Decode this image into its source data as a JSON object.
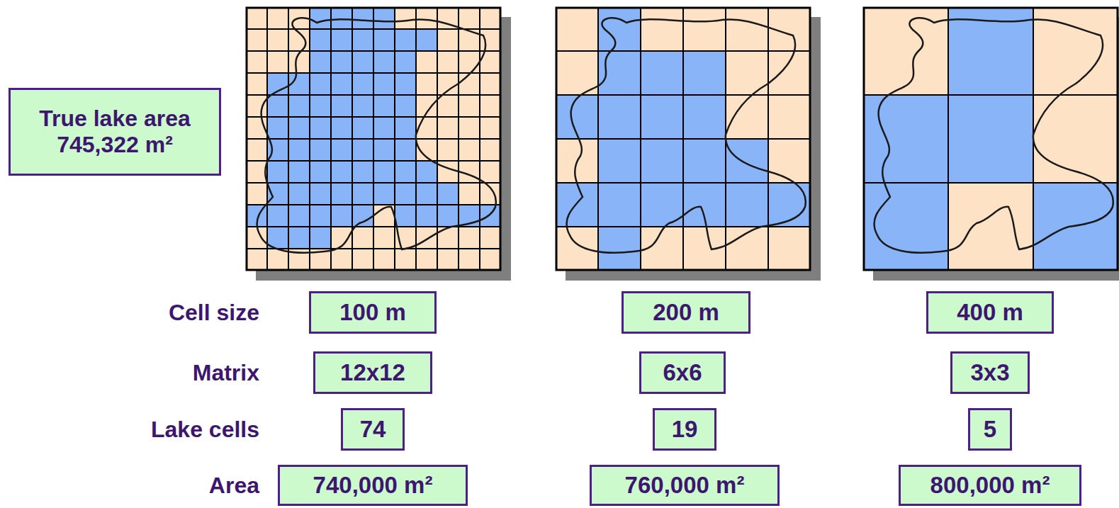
{
  "diagram": {
    "nodes": [
      {
        "text": [
          "True lake area 745,322 m²"
        ]
      },
      {
        "text": [
          "100 m"
        ]
      },
      {
        "text": [
          "200 m"
        ]
      },
      {
        "text": [
          "400 m"
        ]
      },
      {
        "text": [
          "12x12"
        ]
      },
      {
        "text": [
          "6x6"
        ]
      },
      {
        "text": [
          "3x3"
        ]
      },
      {
        "text": [
          "74"
        ]
      },
      {
        "text": [
          "19"
        ]
      },
      {
        "text": [
          "5"
        ]
      },
      {
        "text": [
          "740,000 m²"
        ]
      },
      {
        "text": [
          "760,000 m²"
        ]
      },
      {
        "text": [
          "800,000 m²"
        ]
      }
    ],
    "labels": [
      "Cell size",
      "Matrix",
      "Lake cells",
      "Area"
    ]
  }
}
